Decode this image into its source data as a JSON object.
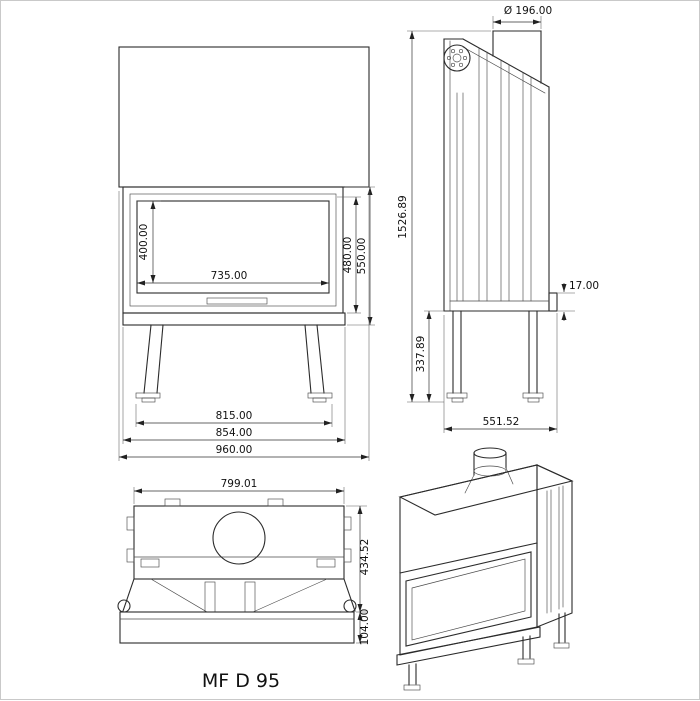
{
  "title": "MF D 95",
  "views": {
    "front": {
      "dims": {
        "inner_height": "400.00",
        "inner_width": "735.00",
        "opening_height": "480.00",
        "body_height": "550.00",
        "feet_span": "815.00",
        "base_width": "854.00",
        "total_width": "960.00"
      }
    },
    "side": {
      "dims": {
        "flue_diameter": "Ø 196.00",
        "total_height": "1526.89",
        "rear_offset": "17.00",
        "leg_height": "337.89",
        "depth": "551.52"
      }
    },
    "top": {
      "dims": {
        "body_width": "799.01",
        "body_depth": "434.52",
        "front_bar_depth": "104.00"
      }
    }
  }
}
